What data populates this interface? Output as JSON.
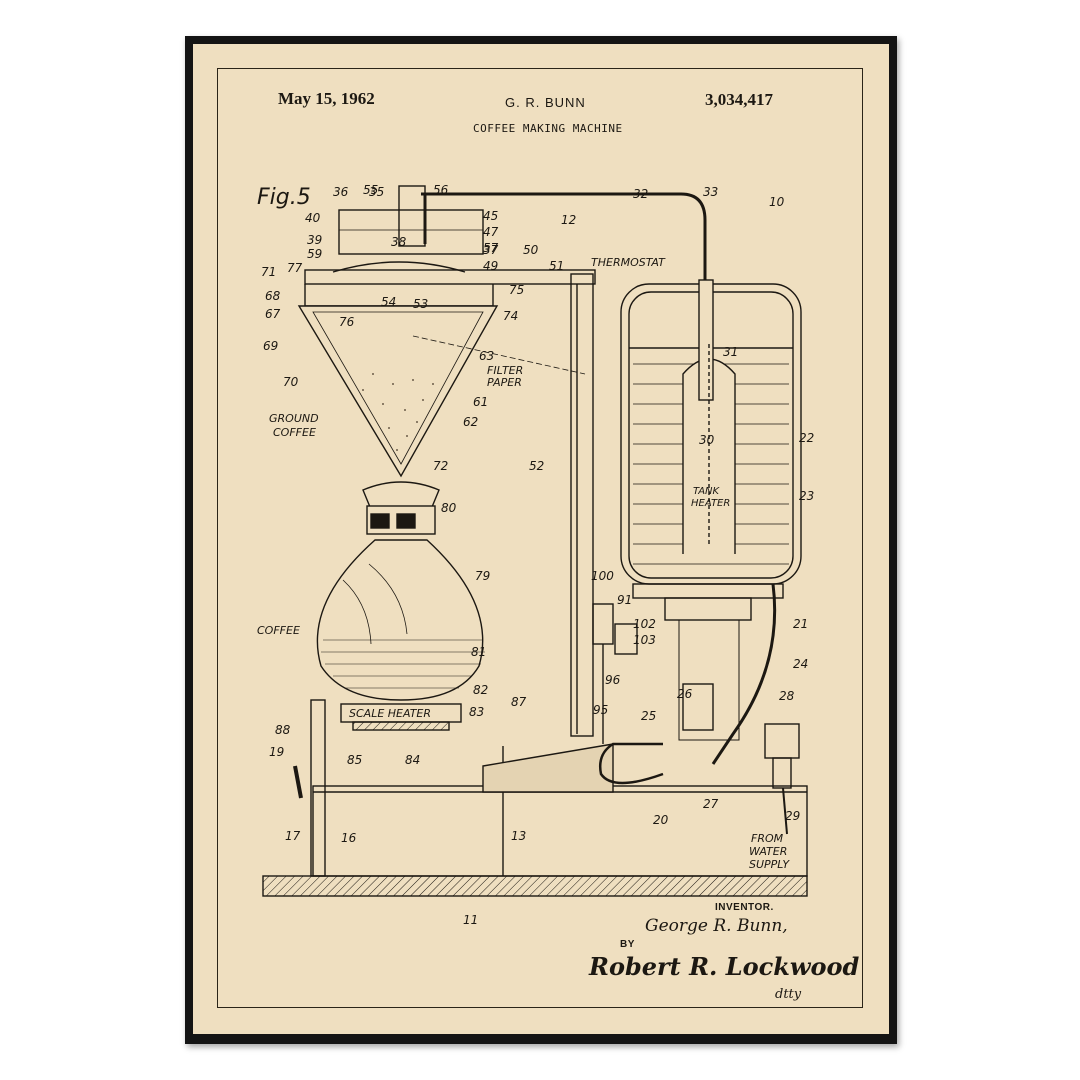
{
  "patent": {
    "date": "May 15, 1962",
    "inventor": "G. R. BUNN",
    "number": "3,034,417",
    "title": "COFFEE MAKING MACHINE"
  },
  "figure": {
    "label": "Fig.5",
    "labels": {
      "thermostat": "THERMOSTAT",
      "filter_paper_1": "FILTER",
      "filter_paper_2": "PAPER",
      "ground_coffee_1": "GROUND",
      "ground_coffee_2": "COFFEE",
      "tank_heater_1": "TANK",
      "tank_heater_2": "HEATER",
      "coffee": "COFFEE",
      "scale_heater": "SCALE HEATER",
      "water_supply_1": "FROM",
      "water_supply_2": "WATER",
      "water_supply_3": "SUPPLY"
    },
    "refs": [
      "10",
      "11",
      "12",
      "13",
      "16",
      "17",
      "19",
      "20",
      "21",
      "22",
      "23",
      "24",
      "25",
      "26",
      "27",
      "28",
      "29",
      "30",
      "31",
      "32",
      "33",
      "35",
      "36",
      "37",
      "38",
      "39",
      "40",
      "45",
      "47",
      "49",
      "50",
      "51",
      "52",
      "53",
      "54",
      "55",
      "56",
      "57",
      "59",
      "61",
      "62",
      "63",
      "67",
      "68",
      "69",
      "70",
      "71",
      "72",
      "74",
      "75",
      "76",
      "77",
      "79",
      "80",
      "81",
      "82",
      "83",
      "84",
      "85",
      "87",
      "88",
      "91",
      "95",
      "96",
      "100",
      "102",
      "103"
    ]
  },
  "footer": {
    "inventor_label": "INVENTOR.",
    "inventor_signature": "George R. Bunn,",
    "by_label": "BY",
    "attorney_signature": "Robert R. Lockwood",
    "initials": "dtty"
  },
  "colors": {
    "frame": "#141414",
    "paper": "#efdfc0",
    "ink": "#1c1812"
  }
}
